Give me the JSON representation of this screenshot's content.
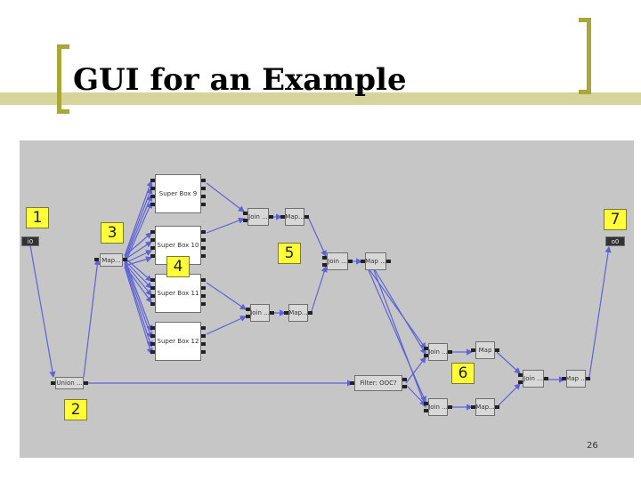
{
  "slide": {
    "title": "GUI for an Example",
    "page_number": "26"
  },
  "markers": {
    "m1": "1",
    "m2": "2",
    "m3": "3",
    "m4": "4",
    "m5": "5",
    "m6": "6",
    "m7": "7"
  },
  "nodes": {
    "input": "i0",
    "output": "o0",
    "union": "Union ...",
    "map_a": "Map...",
    "super9": "Super Box 9",
    "super10": "Super Box 10",
    "super11": "Super Box 11",
    "super12": "Super Box 12",
    "join1": "Join ...",
    "map1": "Map...",
    "join2": "Join ...",
    "map2": "Map...",
    "join3": "Join ...",
    "map3": "Map ...",
    "filter": "Filter: OOC?",
    "join4": "Join ...",
    "map4": "Map",
    "join5": "Join ...",
    "map5": "Map...",
    "join6": "Join ...",
    "map6": "Map ..."
  },
  "colors": {
    "edge": "#5d63d6",
    "marker": "#ffff38",
    "canvas": "#c6c6c6",
    "accent": "#a9a73a"
  }
}
